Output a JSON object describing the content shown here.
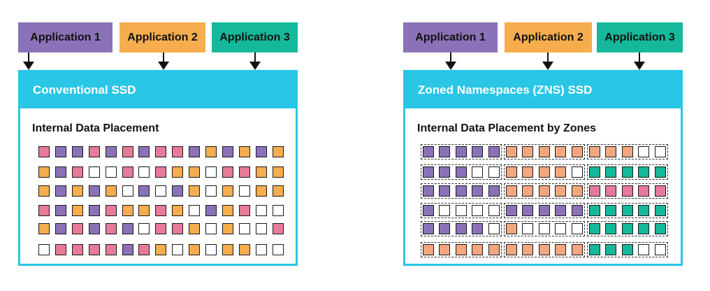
{
  "colors": {
    "purple": "#8B72B8",
    "orange": "#F5AD4E",
    "teal": "#15B89A",
    "pink": "#E77A99",
    "salmon": "#F2A77F",
    "empty": "#FFFFFF",
    "ssd_accent": "#29C6E6"
  },
  "left": {
    "apps": [
      {
        "label": "Application 1",
        "color": "purple"
      },
      {
        "label": "Application 2",
        "color": "orange"
      },
      {
        "label": "Application 3",
        "color": "teal"
      }
    ],
    "title": "Conventional SSD",
    "subtitle": "Internal Data Placement",
    "grid": [
      [
        "P",
        "U",
        "U",
        "P",
        "U",
        "P",
        "U",
        "P",
        "P",
        "U",
        "O",
        "U",
        "O",
        "U",
        "O"
      ],
      [
        "O",
        "U",
        "P",
        "W",
        "W",
        "P",
        "W",
        "P",
        "O",
        "O",
        "W",
        "P",
        "P",
        "O",
        "O"
      ],
      [
        "O",
        "U",
        "O",
        "U",
        "O",
        "W",
        "U",
        "W",
        "U",
        "O",
        "W",
        "O",
        "W",
        "O",
        "O"
      ],
      [
        "P",
        "U",
        "O",
        "U",
        "P",
        "O",
        "O",
        "P",
        "O",
        "W",
        "U",
        "O",
        "P",
        "W",
        "W"
      ],
      [
        "O",
        "U",
        "P",
        "U",
        "P",
        "U",
        "W",
        "P",
        "P",
        "O",
        "W",
        "O",
        "W",
        "W",
        "P"
      ],
      [
        "W",
        "P",
        "P",
        "P",
        "P",
        "U",
        "P",
        "O",
        "W",
        "O",
        "W",
        "O",
        "O",
        "W",
        "W"
      ]
    ]
  },
  "right": {
    "apps": [
      {
        "label": "Application 1",
        "color": "purple"
      },
      {
        "label": "Application 2",
        "color": "orange"
      },
      {
        "label": "Application 3",
        "color": "teal"
      }
    ],
    "title": "Zoned Namespaces (ZNS) SSD",
    "subtitle": "Internal Data Placement by Zones",
    "grid": [
      [
        "U",
        "U",
        "U",
        "U",
        "U",
        "S",
        "S",
        "S",
        "S",
        "S",
        "S",
        "S",
        "S",
        "W",
        "W"
      ],
      [
        "U",
        "U",
        "U",
        "W",
        "W",
        "S",
        "S",
        "S",
        "S",
        "W",
        "T",
        "T",
        "T",
        "T",
        "T"
      ],
      [
        "U",
        "U",
        "U",
        "U",
        "U",
        "S",
        "S",
        "S",
        "S",
        "S",
        "P",
        "P",
        "P",
        "P",
        "P"
      ],
      [
        "U",
        "W",
        "W",
        "W",
        "W",
        "U",
        "U",
        "U",
        "U",
        "U",
        "T",
        "T",
        "T",
        "T",
        "T"
      ],
      [
        "U",
        "U",
        "U",
        "U",
        "W",
        "S",
        "W",
        "W",
        "W",
        "W",
        "T",
        "T",
        "T",
        "T",
        "T"
      ],
      [
        "S",
        "S",
        "S",
        "S",
        "S",
        "S",
        "S",
        "S",
        "S",
        "S",
        "T",
        "T",
        "T",
        "W",
        "W"
      ]
    ]
  }
}
